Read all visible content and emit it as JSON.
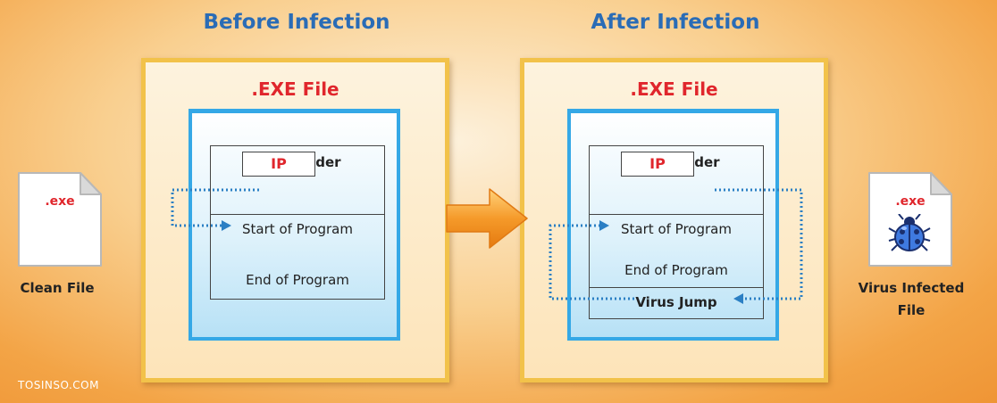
{
  "before": {
    "title": "Before Infection",
    "exe_title": ".EXE File",
    "file_header": "File Header",
    "ip": "IP",
    "start": "Start of Program",
    "end": "End of Program"
  },
  "after": {
    "title": "After Infection",
    "exe_title": ".EXE File",
    "file_header": "File Header",
    "ip": "IP",
    "start": "Start of Program",
    "end": "End of Program",
    "virus_jump": "Virus Jump"
  },
  "clean_file": {
    "ext": ".exe",
    "caption": "Clean File"
  },
  "infected_file": {
    "ext": ".exe",
    "caption_line1": "Virus Infected",
    "caption_line2": "File"
  },
  "watermark": "TOSINSO.COM",
  "colors": {
    "title_blue": "#2a6cb6",
    "exe_red": "#e0262c",
    "outer_border": "#f2c24a",
    "inner_border": "#35a8e6",
    "arrow_orange": "#f08a1c",
    "dotted_line": "#2b7fc4"
  },
  "icons": {
    "transition": "right-arrow-icon",
    "clean": "document-icon",
    "infected": "ladybug-icon"
  }
}
